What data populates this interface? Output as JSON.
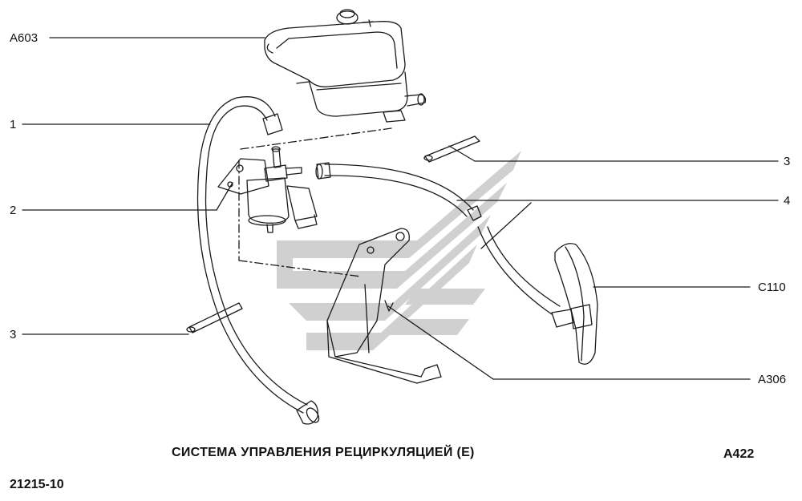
{
  "diagram": {
    "labels_left": {
      "a603": "A603",
      "n1": "1",
      "n2": "2",
      "n3": "3"
    },
    "labels_right": {
      "n3": "3",
      "n4": "4",
      "c110": "C110",
      "a306": "A306"
    },
    "title": "СИСТЕМА УПРАВЛЕНИЯ РЕЦИРКУЛЯЦИЕЙ (Е)",
    "page_code": "A422",
    "drawing_number": "21215-10"
  },
  "colors": {
    "line": "#1a1a1a",
    "watermark": "#c9c9c9"
  }
}
